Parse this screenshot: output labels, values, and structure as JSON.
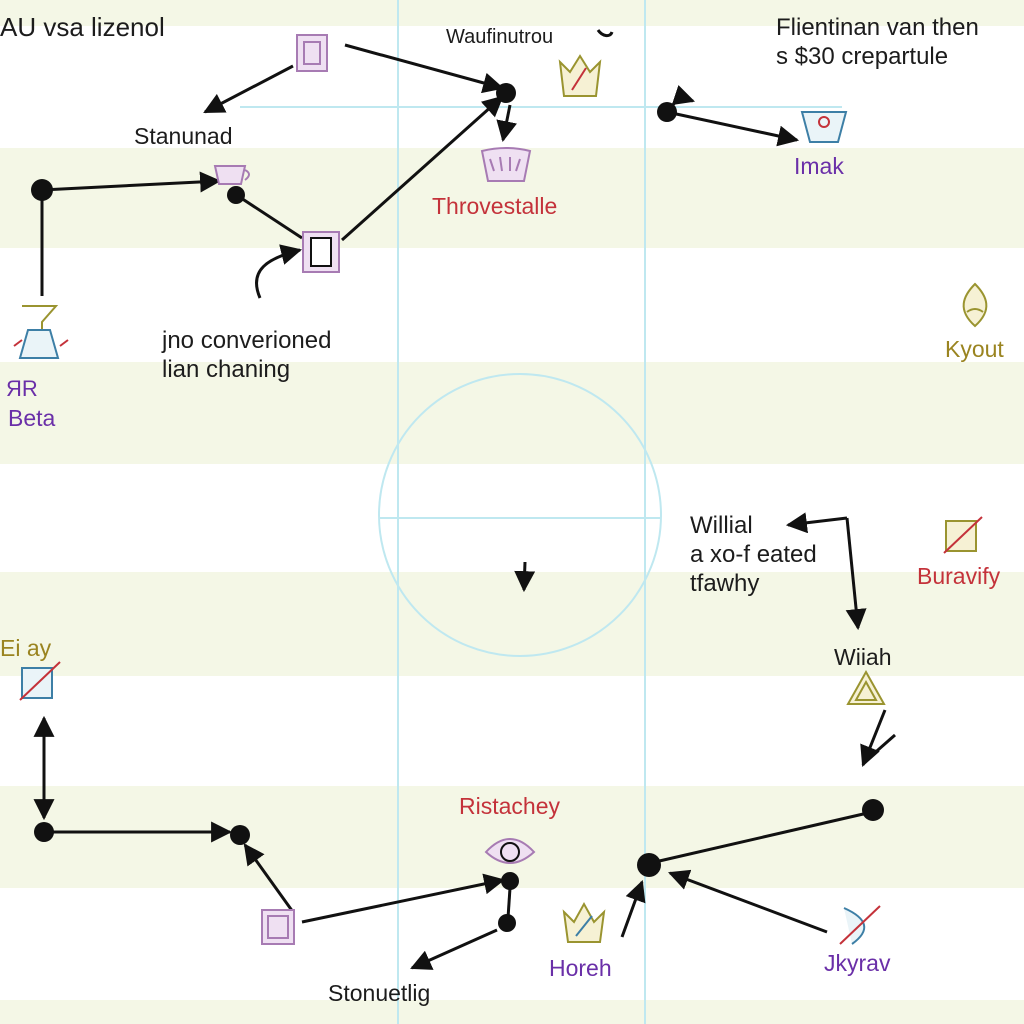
{
  "title": "AU vsa lizenol",
  "header_note": {
    "line1": "Flientinan van then",
    "line2": "s $30 crepartule"
  },
  "center_note": {
    "line1": "jno converioned",
    "line2": "lian chaning"
  },
  "side_note": {
    "line1": "Willial",
    "line2": "a xo-f eated",
    "line3": "tfawhy"
  },
  "labels": {
    "waufinutrou": "Waufinutrou",
    "stanunad": "Stanunad",
    "throvestalle": "Throvestalle",
    "imak": "Imak",
    "kyout": "Kyout",
    "beta_prefix": "ЯR",
    "beta": "Beta",
    "buravify": "Buravify",
    "wiiah": "Wiiah",
    "el_ay": "Ei ay",
    "ristachey": "Ristachey",
    "horeh": "Horeh",
    "jkyrav": "Jkyrav",
    "stonuetlig": "Stonuetlig"
  },
  "colors": {
    "stripe": "#f4f7e6",
    "field_line": "#bfe8f0",
    "node": "#111111",
    "arrow": "#111111",
    "icon_purple": "#a77bb3",
    "icon_olive": "#9a9430",
    "icon_red": "#c4323a",
    "icon_blue": "#3d7fa6",
    "label_red": "#c4323a",
    "label_purple": "#6a2fa8",
    "label_olive": "#9a8420"
  },
  "icons": [
    "door-icon-top",
    "crown-icon",
    "crown-icon-throvestalle",
    "basket-icon-imak",
    "cup-icon-stanunad",
    "door-icon-middle",
    "chalice-icon-beta",
    "flame-icon-kyout",
    "pen-icon-buravify",
    "triangle-icon-wiiah",
    "pen-icon-el-ay",
    "eye-icon-ristachey",
    "door-icon-bottom",
    "crown-icon-horeh",
    "bow-icon-jkyrav"
  ]
}
